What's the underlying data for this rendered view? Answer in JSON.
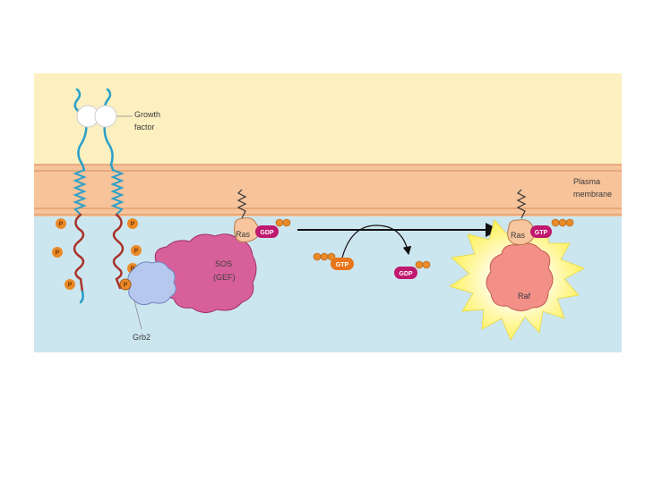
{
  "labels": {
    "growth_factor_line1": "Growth",
    "growth_factor_line2": "factor",
    "plasma_membrane_line1": "Plasma",
    "plasma_membrane_line2": "membrane",
    "grb2": "Grb2",
    "sos_line1": "SOS",
    "sos_line2": "(GEF)",
    "ras_left": "Ras",
    "ras_right": "Ras",
    "gdp_bound": "GDP",
    "gtp_bound": "GTP",
    "gtp_free": "GTP",
    "gdp_free": "GDP",
    "raf": "Raf",
    "phosphate": "P"
  },
  "colors": {
    "extracellular": "#fcefc0",
    "membrane_band": "#f7c39a",
    "membrane_line": "#e2a070",
    "cytoplasm": "#cce6ef",
    "receptor_outer": "#2aa0c8",
    "receptor_kinase": "#a8332a",
    "phosphate": "#ea8a28",
    "grb2": "#b7c8ef",
    "sos": "#d8609a",
    "ras": "#f7c69e",
    "gdp_gtp_pill": "#c0186e",
    "gtp_free_pill": "#e8751a",
    "raf": "#f29088",
    "raf_burst": "#fff26a"
  }
}
